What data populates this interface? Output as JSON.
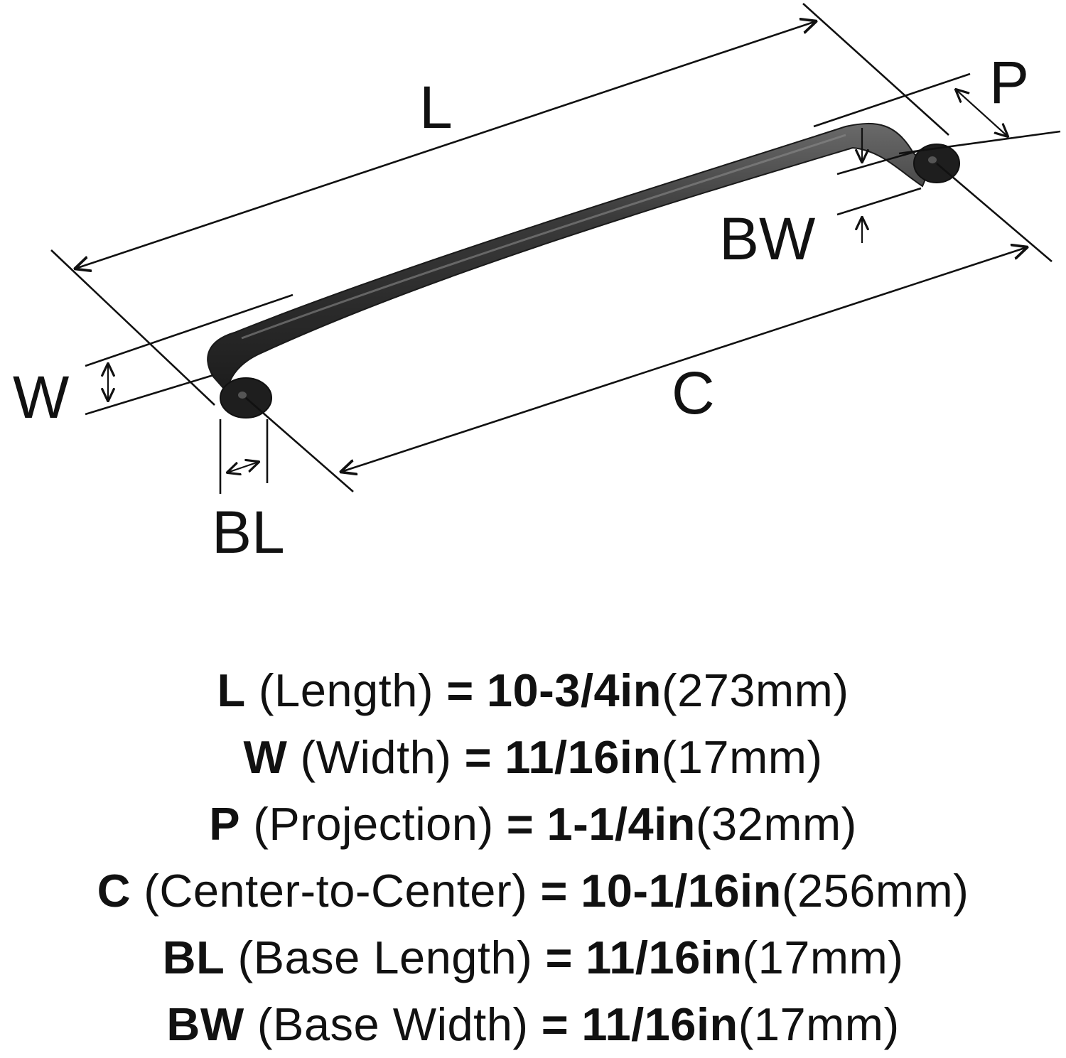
{
  "diagram": {
    "labels": {
      "L": "L",
      "P": "P",
      "BW": "BW",
      "W": "W",
      "C": "C",
      "BL": "BL"
    },
    "colors": {
      "line": "#111111",
      "handle": "#3a3a3a",
      "handle_highlight": "#6a6a6a",
      "background": "#ffffff"
    }
  },
  "specs": [
    {
      "code": "L",
      "name": "(Length)",
      "eq": "=",
      "imperial": "10-3/4in",
      "metric": "(273mm)"
    },
    {
      "code": "W",
      "name": "(Width)",
      "eq": "=",
      "imperial": "11/16in",
      "metric": "(17mm)"
    },
    {
      "code": "P",
      "name": "(Projection)",
      "eq": "=",
      "imperial": "1-1/4in",
      "metric": "(32mm)"
    },
    {
      "code": "C",
      "name": "(Center-to-Center)",
      "eq": "=",
      "imperial": "10-1/16in",
      "metric": "(256mm)"
    },
    {
      "code": "BL",
      "name": "(Base Length)",
      "eq": "=",
      "imperial": "11/16in",
      "metric": "(17mm)"
    },
    {
      "code": "BW",
      "name": "(Base Width)",
      "eq": "=",
      "imperial": "11/16in",
      "metric": "(17mm)"
    }
  ]
}
